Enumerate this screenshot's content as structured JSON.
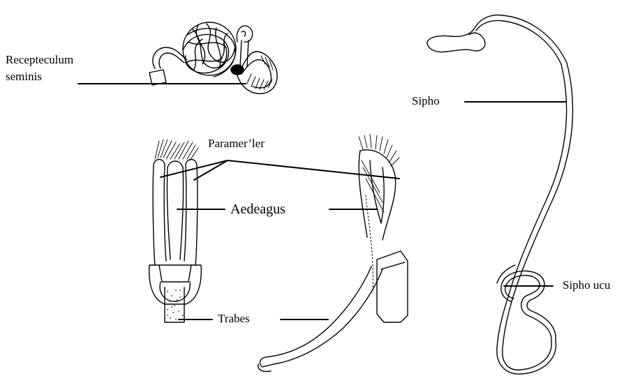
{
  "labels": {
    "receptaculum_line1": "Recepteculum",
    "receptaculum_line2": "seminis",
    "paramerler": "Paramer’ler",
    "aedeagus": "Aedeagus",
    "trabes": "Trabes",
    "sipho": "Sipho",
    "sipho_ucu": "Sipho ucu"
  },
  "colors": {
    "ink": "#000000",
    "background": "#ffffff",
    "stipple": "#555555"
  }
}
